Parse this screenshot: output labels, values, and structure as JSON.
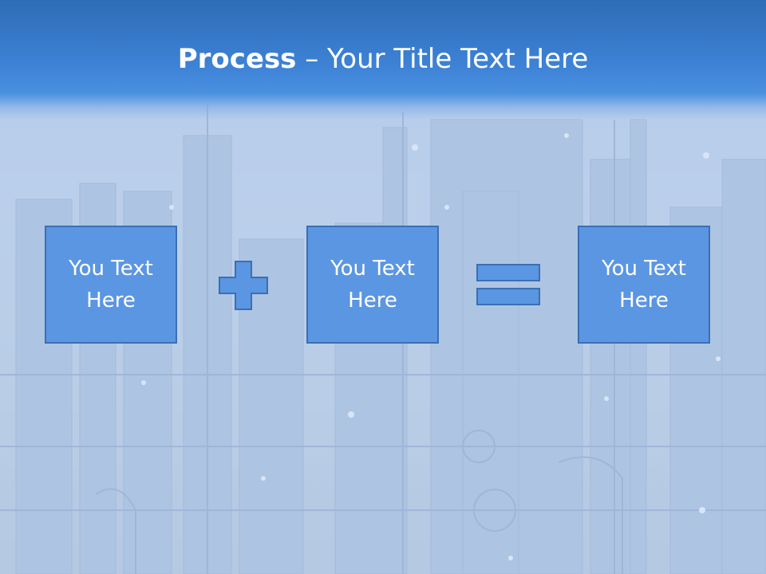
{
  "slide": {
    "title_bold": "Process",
    "title_rest": " – Your Title Text Here",
    "colors": {
      "title_band": "#3d82d6",
      "box_fill": "#5b96e2",
      "box_border": "#3a6fb3",
      "background": "#b9cde8"
    },
    "background_image": "industrial-plant-photo",
    "steps": [
      {
        "label": "You Text\nHere"
      },
      {
        "label": "You Text\nHere"
      },
      {
        "label": "You Text\nHere"
      }
    ],
    "operators": [
      {
        "icon": "plus-icon"
      },
      {
        "icon": "equals-icon"
      }
    ]
  }
}
